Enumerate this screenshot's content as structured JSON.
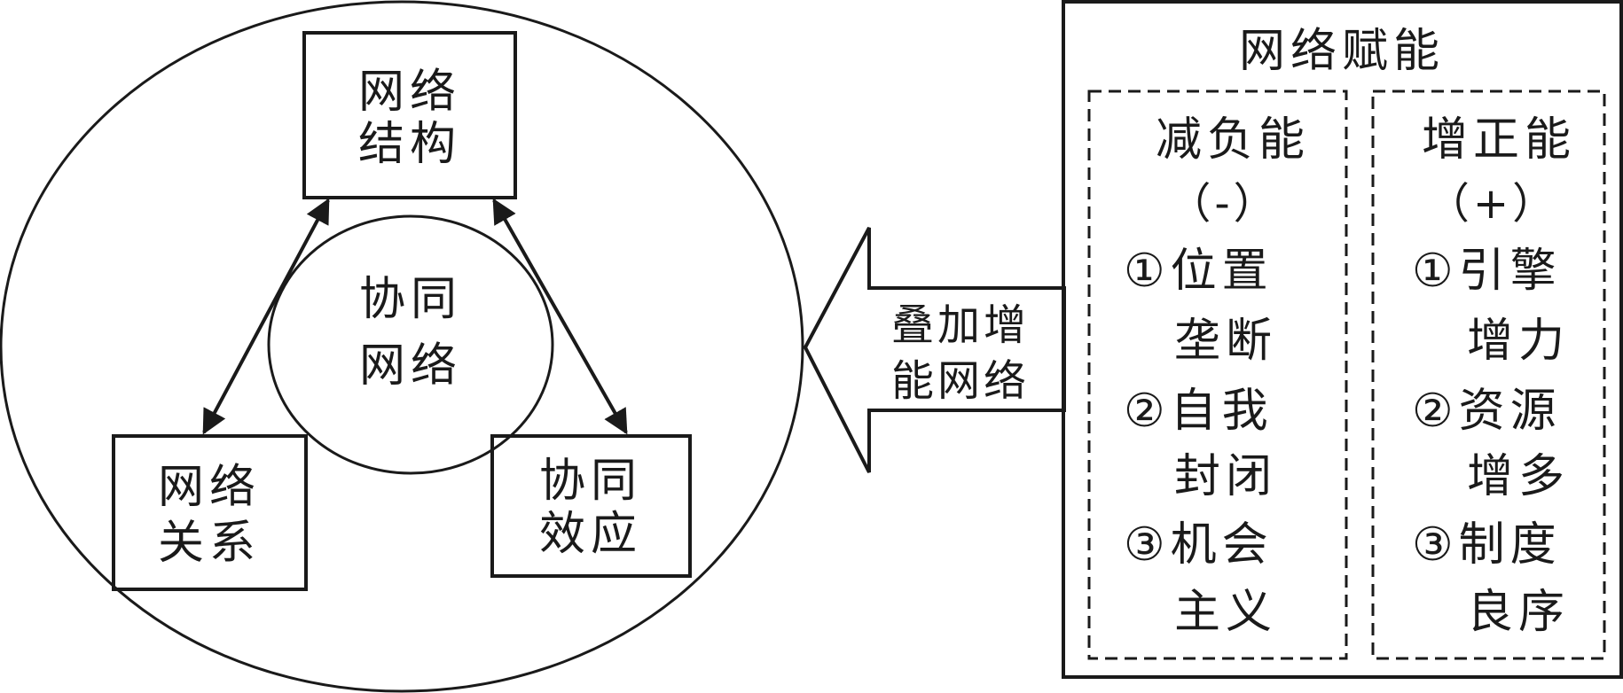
{
  "left_system": {
    "network_structure": [
      "网络",
      "结构"
    ],
    "network_relation": [
      "网络",
      "关系"
    ],
    "synergy_effect": [
      "协同",
      "效应"
    ],
    "core": [
      "协同",
      "网络"
    ]
  },
  "arrow_label": [
    "叠加增",
    "能网络"
  ],
  "empowerment": {
    "title": "网络赋能",
    "minus": {
      "heading": "减负能",
      "sign": "（-）",
      "items": [
        "①位置",
        "垄断",
        "②自我",
        "封闭",
        "③机会",
        "主义"
      ]
    },
    "plus": {
      "heading": "增正能",
      "sign": "（+）",
      "items": [
        "①引擎",
        "增力",
        "②资源",
        "增多",
        "③制度",
        "良序"
      ]
    }
  }
}
